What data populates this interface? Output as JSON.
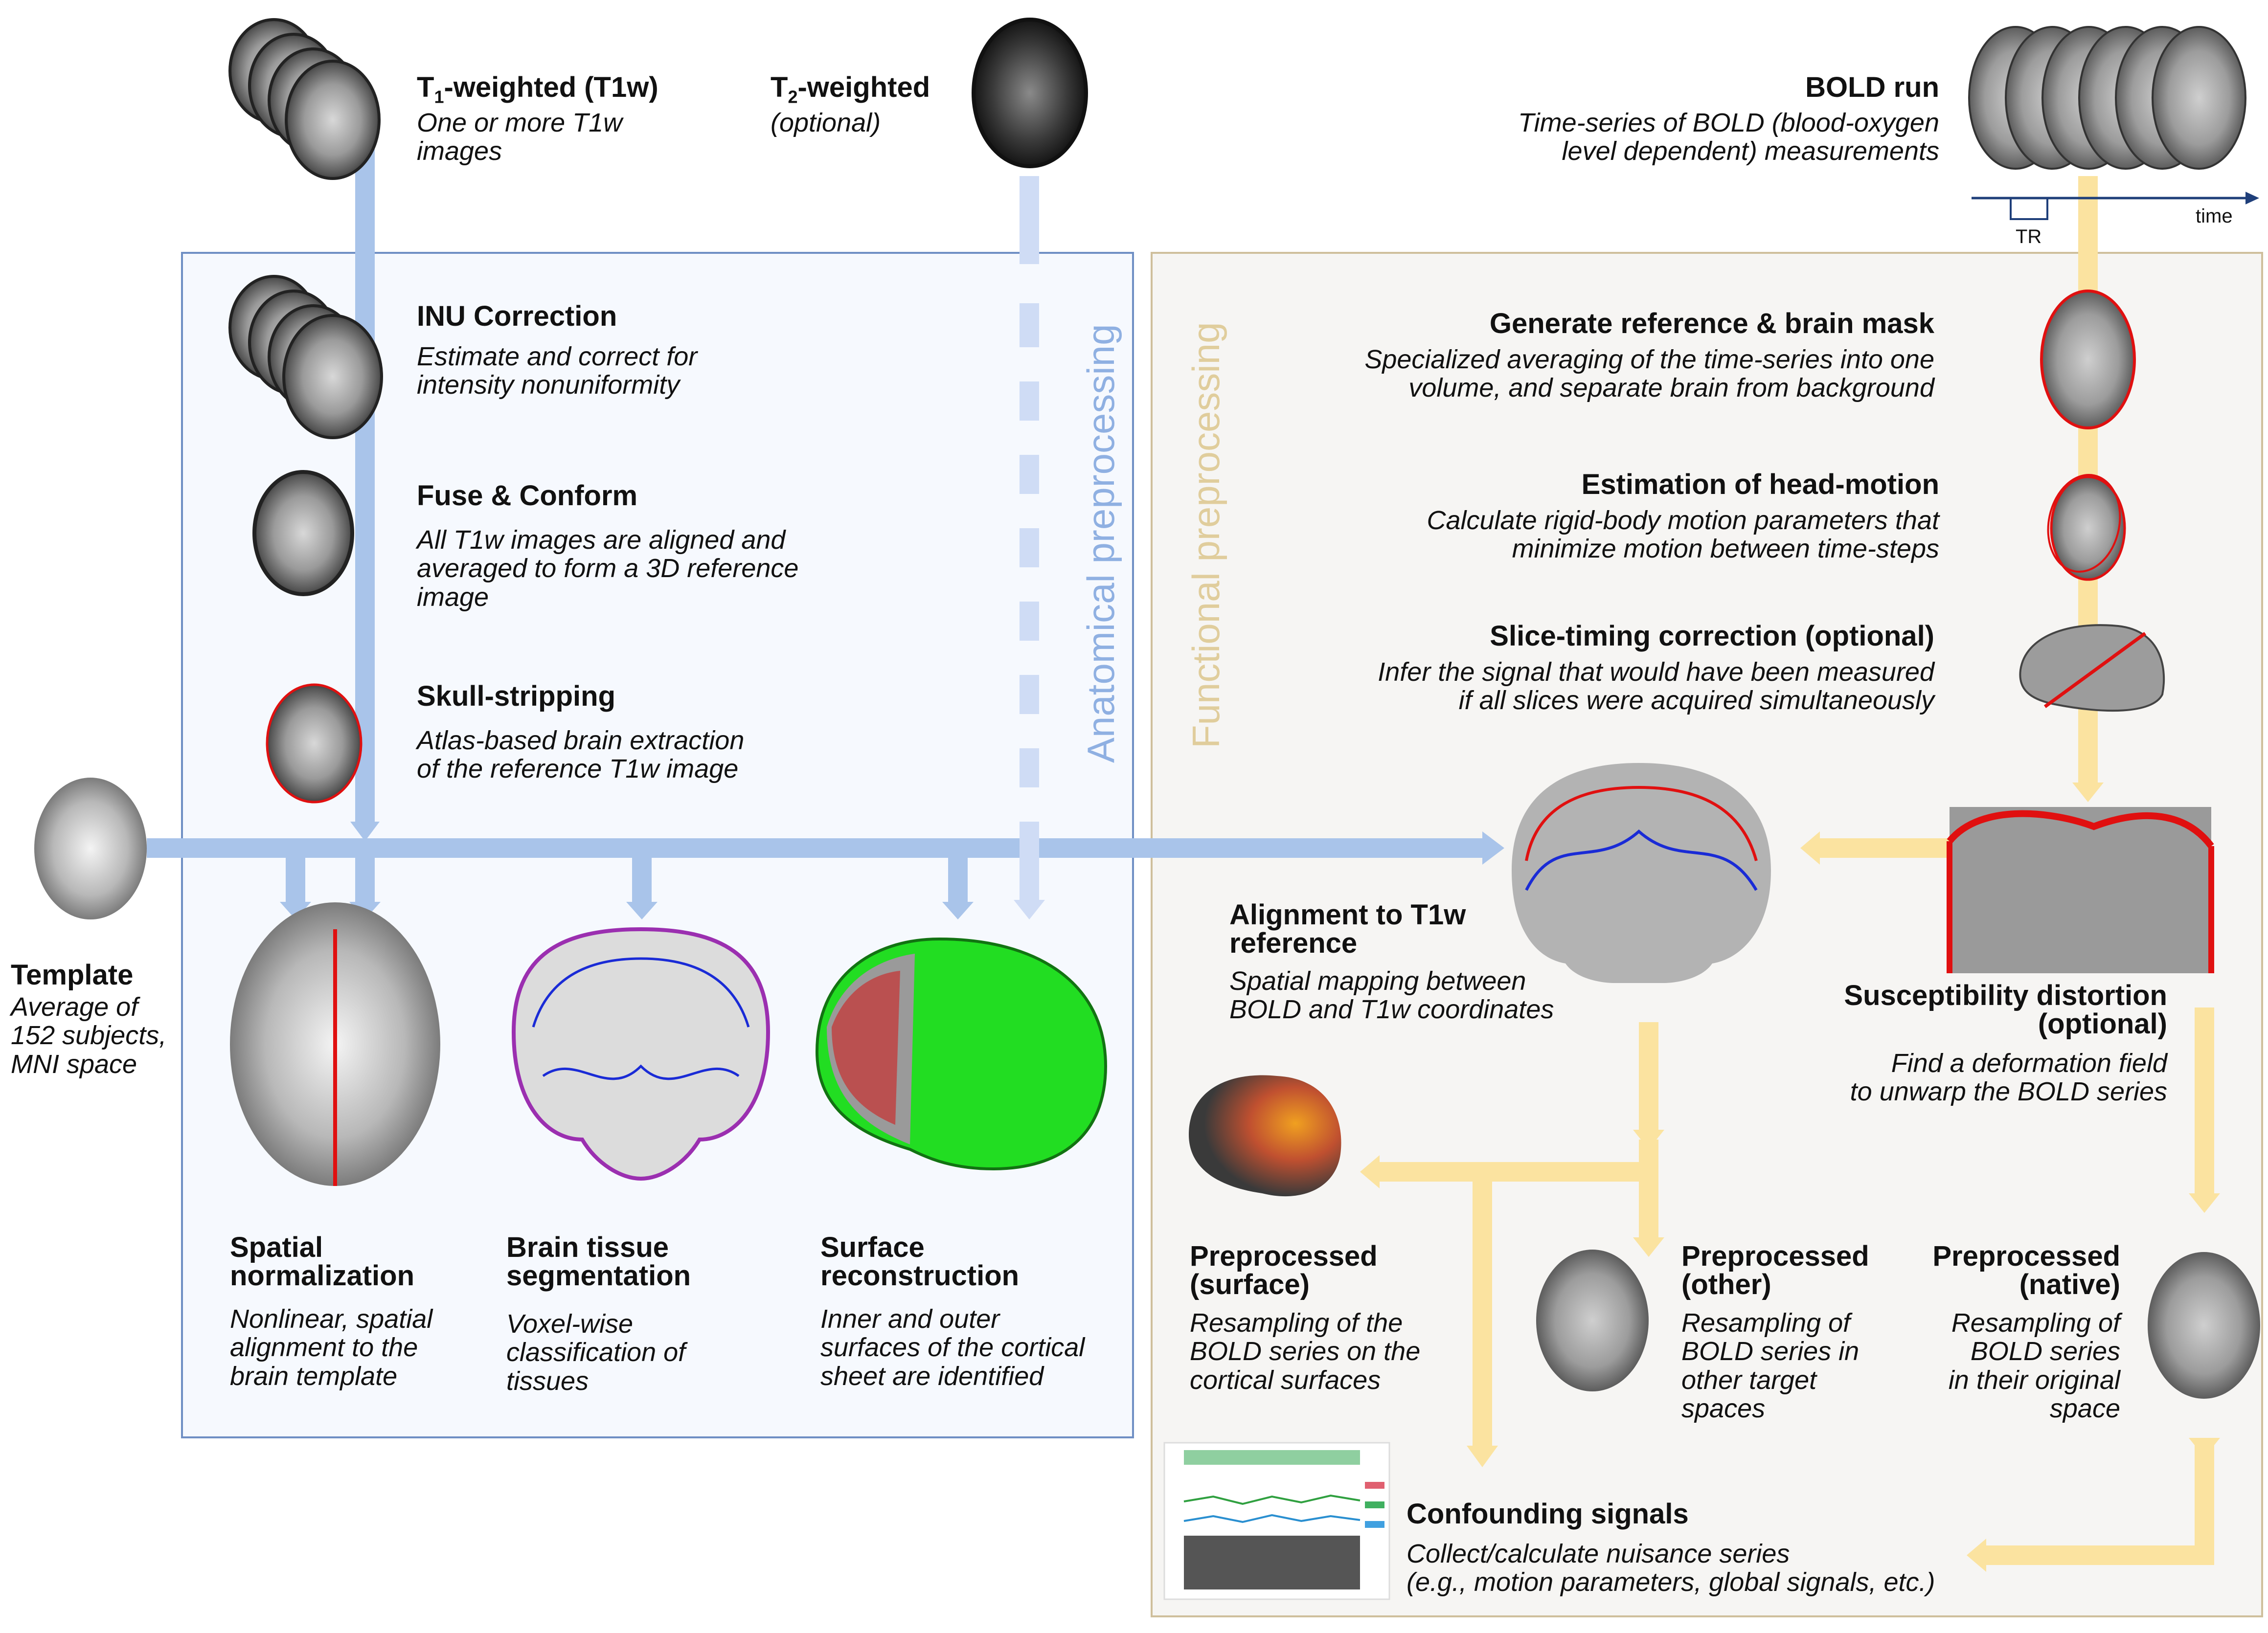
{
  "colors": {
    "anat_arrow": "#a9c4ea",
    "anat_arrow_light": "#cfdcf5",
    "func_arrow": "#fbe3a0",
    "anat_box_border": "#6f8fc4",
    "anat_box_fill": "#f6f9fe",
    "func_box_border": "#cfbf9c",
    "func_box_fill": "#f6f5f3",
    "anat_title": "#8fb0e2",
    "func_title": "#e0cd9c",
    "mask_red": "#e01010",
    "mask_blue": "#1a2bd6",
    "surface_green": "#22dd22"
  },
  "inputs": {
    "t1w": {
      "title_main": "T",
      "title_sub": "1",
      "title_rest": "-weighted (T1w)",
      "desc": "One or more T1w images"
    },
    "t2w": {
      "title_main": "T",
      "title_sub": "2",
      "title_rest": "-weighted",
      "desc": "(optional)"
    },
    "bold": {
      "title": "BOLD run",
      "desc_line1": "Time-series of BOLD (blood-oxygen",
      "desc_line2": "level dependent) measurements",
      "tr_label": "TR",
      "time_label": "time"
    },
    "template": {
      "title": "Template",
      "desc_line1": "Average of",
      "desc_line2": "152 subjects,",
      "desc_line3": "MNI space"
    }
  },
  "anatomical": {
    "section_title": "Anatomical preprocessing",
    "steps": [
      {
        "title": "INU Correction",
        "desc_line1": "Estimate and correct for",
        "desc_line2": "intensity nonuniformity"
      },
      {
        "title": "Fuse & Conform",
        "desc_line1": "All T1w images are aligned and",
        "desc_line2": "averaged to form a 3D reference",
        "desc_line3": "image"
      },
      {
        "title": "Skull-stripping",
        "desc_line1": "Atlas-based brain extraction",
        "desc_line2": "of the reference T1w image"
      }
    ],
    "outputs": [
      {
        "title_line1": "Spatial",
        "title_line2": "normalization",
        "desc_line1": "Nonlinear, spatial",
        "desc_line2": "alignment to the",
        "desc_line3": "brain template"
      },
      {
        "title_line1": "Brain tissue",
        "title_line2": "segmentation",
        "desc_line1": "Voxel-wise",
        "desc_line2": "classification of",
        "desc_line3": "tissues"
      },
      {
        "title_line1": "Surface",
        "title_line2": "reconstruction",
        "desc_line1": "Inner and outer",
        "desc_line2": "surfaces of the cortical",
        "desc_line3": "sheet are identified"
      }
    ]
  },
  "functional": {
    "section_title": "Functional preprocessing",
    "steps": [
      {
        "title": "Generate reference & brain mask",
        "desc_line1": "Specialized averaging of the time-series into one",
        "desc_line2": "volume, and separate brain from background"
      },
      {
        "title": "Estimation of head-motion",
        "desc_line1": "Calculate rigid-body motion parameters that",
        "desc_line2": "minimize motion between time-steps"
      },
      {
        "title": "Slice-timing correction (optional)",
        "desc_line1": "Infer the signal that would have been measured",
        "desc_line2": "if all slices were acquired simultaneously"
      }
    ],
    "alignment": {
      "title_line1": "Alignment to T1w",
      "title_line2": "reference",
      "desc_line1": "Spatial mapping between",
      "desc_line2": "BOLD and T1w coordinates"
    },
    "susceptibility": {
      "title_line1": "Susceptibility distortion",
      "title_line2": "(optional)",
      "desc_line1": "Find a deformation field",
      "desc_line2": "to unwarp the BOLD series"
    },
    "outputs": {
      "surface": {
        "title_line1": "Preprocessed",
        "title_line2": "(surface)",
        "desc_line1": "Resampling of the",
        "desc_line2": "BOLD series on the",
        "desc_line3": "cortical surfaces"
      },
      "other": {
        "title_line1": "Preprocessed",
        "title_line2": "(other)",
        "desc_line1": "Resampling of",
        "desc_line2": "BOLD series in",
        "desc_line3": "other target",
        "desc_line4": "spaces"
      },
      "native": {
        "title_line1": "Preprocessed",
        "title_line2": "(native)",
        "desc_line1": "Resampling of",
        "desc_line2": "BOLD series",
        "desc_line3": "in their original",
        "desc_line4": "space"
      }
    },
    "confounds": {
      "title": "Confounding signals",
      "desc_line1": "Collect/calculate nuisance series",
      "desc_line2": "(e.g., motion parameters, global signals, etc.)"
    }
  }
}
